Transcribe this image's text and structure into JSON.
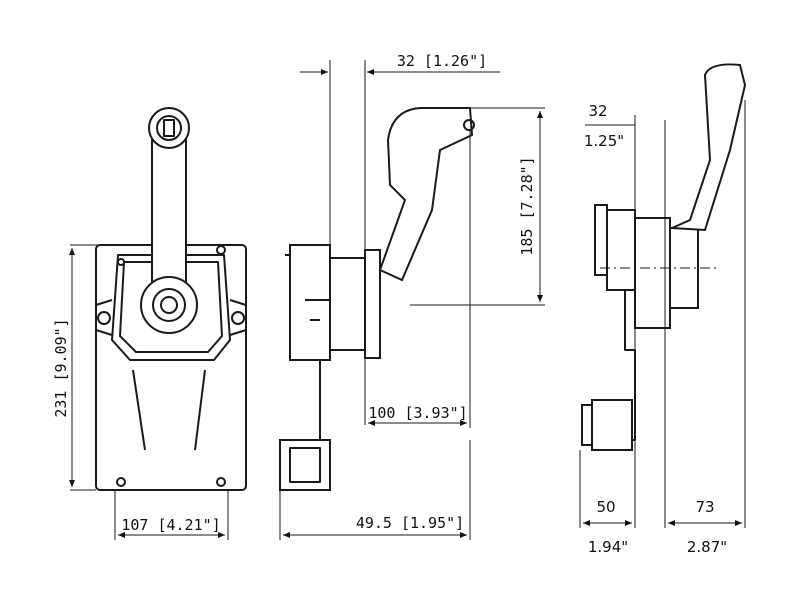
{
  "dimensions": {
    "front_height": "231 [9.09\"]",
    "front_width": "107 [4.21\"]",
    "side_offset": "32 [1.26\"]",
    "side_lever_height": "185 [7.28\"]",
    "side_lever_reach": "100 [3.93\"]",
    "side_depth": "49.5 [1.95\"]",
    "right_offset_mm": "32",
    "right_offset_in": "1.25\"",
    "right_left_mm": "50",
    "right_left_in": "1.94\"",
    "right_right_mm": "73",
    "right_right_in": "2.87\""
  }
}
